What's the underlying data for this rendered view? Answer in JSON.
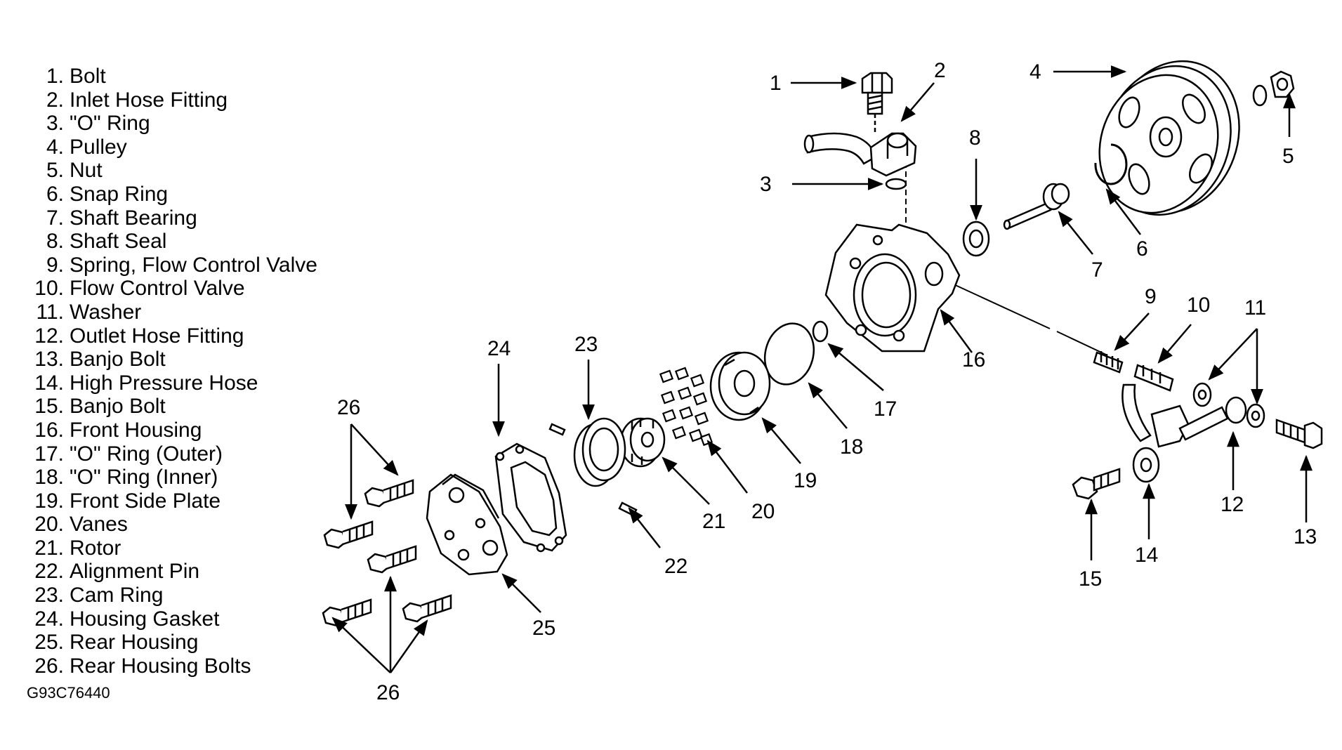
{
  "legend": [
    {
      "num": "1.",
      "label": "Bolt"
    },
    {
      "num": "2.",
      "label": "Inlet Hose Fitting"
    },
    {
      "num": "3.",
      "label": "\"O\" Ring"
    },
    {
      "num": "4.",
      "label": "Pulley"
    },
    {
      "num": "5.",
      "label": "Nut"
    },
    {
      "num": "6.",
      "label": "Snap Ring"
    },
    {
      "num": "7.",
      "label": "Shaft Bearing"
    },
    {
      "num": "8.",
      "label": "Shaft Seal"
    },
    {
      "num": "9.",
      "label": "Spring, Flow Control Valve"
    },
    {
      "num": "10.",
      "label": "Flow Control Valve"
    },
    {
      "num": "11.",
      "label": "Washer"
    },
    {
      "num": "12.",
      "label": "Outlet Hose Fitting"
    },
    {
      "num": "13.",
      "label": "Banjo Bolt"
    },
    {
      "num": "14.",
      "label": "High Pressure Hose"
    },
    {
      "num": "15.",
      "label": "Banjo Bolt"
    },
    {
      "num": "16.",
      "label": "Front Housing"
    },
    {
      "num": "17.",
      "label": "\"O\" Ring (Outer)"
    },
    {
      "num": "18.",
      "label": "\"O\" Ring (Inner)"
    },
    {
      "num": "19.",
      "label": "Front Side Plate"
    },
    {
      "num": "20.",
      "label": "Vanes"
    },
    {
      "num": "21.",
      "label": "Rotor"
    },
    {
      "num": "22.",
      "label": "Alignment Pin"
    },
    {
      "num": "23.",
      "label": "Cam Ring"
    },
    {
      "num": "24.",
      "label": "Housing Gasket"
    },
    {
      "num": "25.",
      "label": "Rear Housing"
    },
    {
      "num": "26.",
      "label": "Rear Housing Bolts"
    }
  ],
  "figure_code": "G93C76440",
  "callouts": {
    "c1": "1",
    "c2": "2",
    "c3": "3",
    "c4": "4",
    "c5": "5",
    "c6": "6",
    "c7": "7",
    "c8": "8",
    "c9": "9",
    "c10": "10",
    "c11": "11",
    "c12": "12",
    "c13": "13",
    "c14": "14",
    "c15": "15",
    "c16": "16",
    "c17": "17",
    "c18": "18",
    "c19": "19",
    "c20": "20",
    "c21": "21",
    "c22": "22",
    "c23": "23",
    "c24": "24",
    "c25": "25",
    "c26a": "26",
    "c26b": "26"
  }
}
